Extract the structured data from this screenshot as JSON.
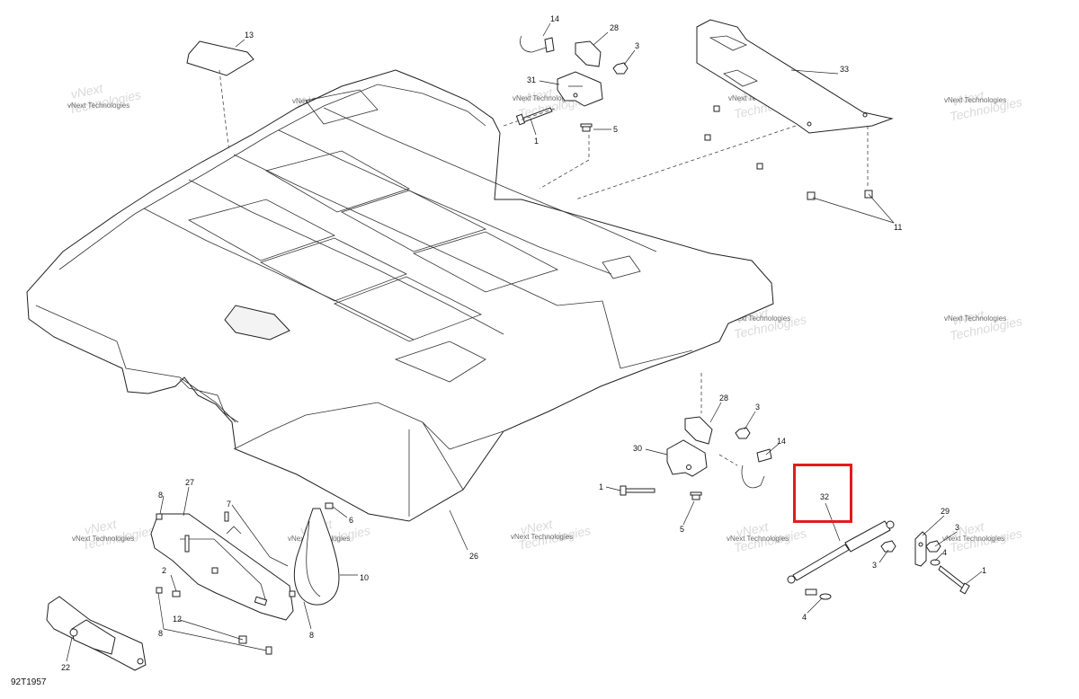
{
  "diagram": {
    "code": "92T1957",
    "highlighted_part": "32",
    "highlight_color": "#e31c1c",
    "watermark": {
      "line1": "vNext",
      "line2": "Technologies",
      "small": "vNext Technologies"
    },
    "callouts": [
      "13",
      "14",
      "28",
      "3",
      "31",
      "1",
      "5",
      "33",
      "11",
      "28",
      "3",
      "30",
      "14",
      "1",
      "5",
      "32",
      "29",
      "3",
      "3",
      "4",
      "1",
      "4",
      "27",
      "8",
      "7",
      "6",
      "2",
      "10",
      "12",
      "8",
      "8",
      "26",
      "22"
    ]
  }
}
